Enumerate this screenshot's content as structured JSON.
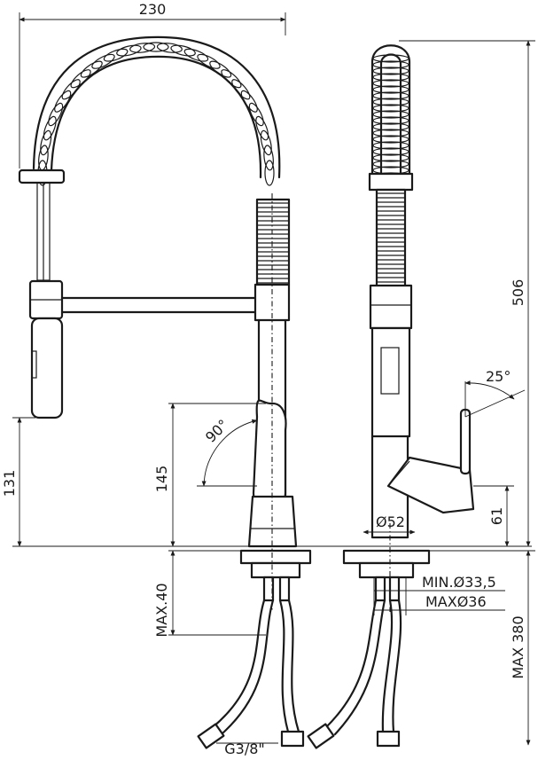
{
  "dimensions": {
    "width_top": "230",
    "height_total": "506",
    "spout_height": "131",
    "lever_height": "145",
    "max_deck": "MAX.40",
    "hose_length": "MAX 380",
    "body_diameter": "Ø52",
    "lever_offset": "61",
    "hole_min": "MIN.Ø33,5",
    "hole_max": "MAXØ36",
    "thread": "G3/8\""
  },
  "angles": {
    "lever_rotation": "90°",
    "lever_tilt": "25°"
  }
}
